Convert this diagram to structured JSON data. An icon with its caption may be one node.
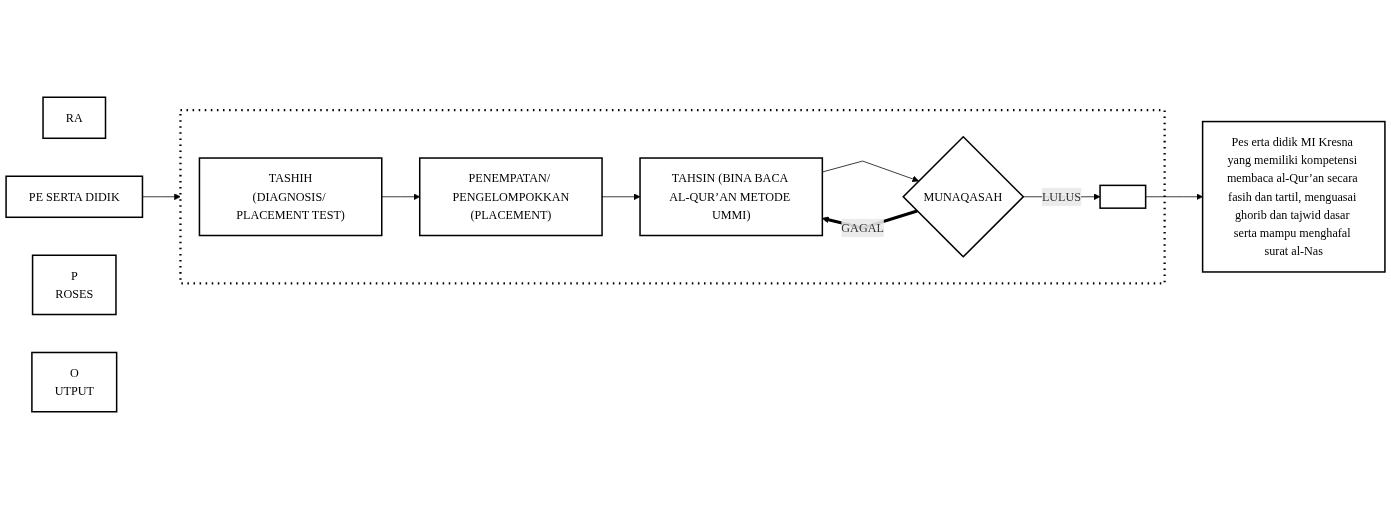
{
  "diagram": {
    "nodes": [
      {
        "text": [
          "RA"
        ]
      },
      {
        "text": [
          "PE SERTA DIDIK"
        ]
      },
      {
        "text": [
          "P",
          "ROSES"
        ]
      },
      {
        "text": [],
        "shape": "box"
      },
      {
        "text": [
          "TASHIH",
          "(DIAGNOSIS/ PLACEMENT TEST)"
        ],
        "in": 3
      },
      {
        "text": [
          "PENEMPATAN/ PENGELOMPOKKAN",
          "(PLACEMENT)"
        ],
        "in": 3
      },
      {
        "text": [
          "TAHSIN (BINA BACA AL-QUR’AN METODE UMMI)"
        ],
        "in": 3
      },
      {
        "text": [
          "MUNAQASAH"
        ],
        "in": 3
      },
      {
        "text": [],
        "shape": "box",
        "in": 3
      },
      {
        "text": [
          "O",
          "UTPUT"
        ]
      },
      {
        "text": [
          "Pes erta didik MI Kresna yang memiliki kompetensi membaca al-Qur’an secara fasih dan tartil, menguasai ghorib dan tajwid dasar serta mampu menghafal surat al-Nas"
        ]
      }
    ],
    "edges": [
      {
        "from": 1,
        "to": 3,
        "arrow": "to"
      },
      {
        "from": 4,
        "to": 5,
        "arrow": "to"
      },
      {
        "from": 5,
        "to": 6,
        "arrow": "to"
      },
      {
        "from": 6,
        "to": 7,
        "arrow": "to"
      },
      {
        "from": 7,
        "to": 8,
        "arrow": "to",
        "label": "LULUS"
      },
      {
        "from": 7,
        "to": 6,
        "arrow": "to",
        "label": "GAGAL",
        "style": "thick"
      },
      {
        "from": 8,
        "to": 10,
        "arrow": "to"
      }
    ]
  }
}
